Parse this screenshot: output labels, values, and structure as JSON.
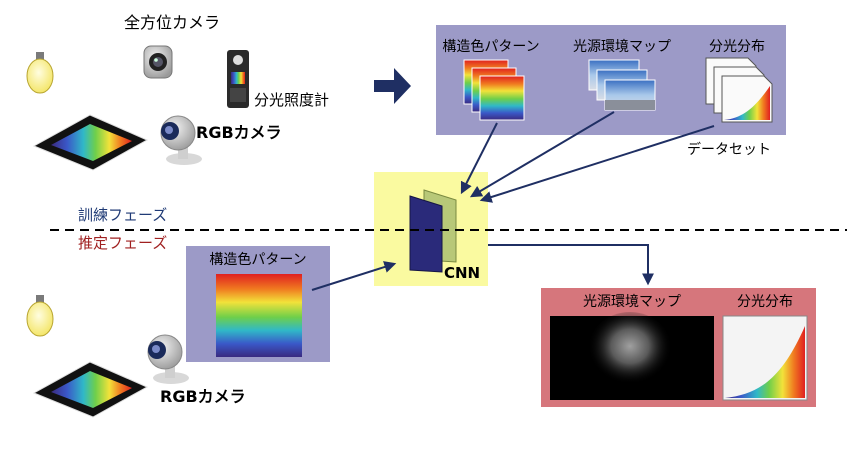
{
  "labels": {
    "omni_camera": "全方位カメラ",
    "spectrometer": "分光照度計",
    "rgb_camera_top": "RGBカメラ",
    "rgb_camera_bottom": "RGBカメラ",
    "dataset_pattern": "構造色パターン",
    "dataset_envmap": "光源環境マップ",
    "dataset_spectrum": "分光分布",
    "dataset_caption": "データセット",
    "train_phase": "訓練フェーズ",
    "infer_phase": "推定フェーズ",
    "cnn": "CNN",
    "input_pattern": "構造色パターン",
    "output_envmap": "光源環境マップ",
    "output_spectrum": "分光分布"
  },
  "colors": {
    "dataset_box": "#9c9ac7",
    "input_box": "#9c9ac7",
    "output_box": "#d6767c",
    "cnn_box": "#fafaa0",
    "arrow": "#1f2f63",
    "train_text": "#1f3a75",
    "infer_text": "#a02020"
  }
}
